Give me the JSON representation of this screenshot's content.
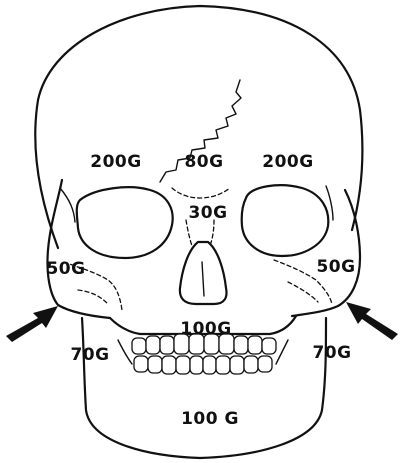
{
  "labels": {
    "frontal_left": "200G",
    "frontal_center": "80G",
    "frontal_right": "200G",
    "nasal_bridge": "30G",
    "zygoma_left": "50G",
    "zygoma_right": "50G",
    "maxilla": "100G",
    "mandible_left": "70G",
    "mandible_right": "70G",
    "chin": "100 G"
  },
  "colors": {
    "ink": "#111111",
    "background": "#ffffff"
  },
  "icons": {
    "left_arrow": "arrow-pointing-to-left-zygomatic-arch",
    "right_arrow": "arrow-pointing-to-right-zygomatic-arch"
  }
}
